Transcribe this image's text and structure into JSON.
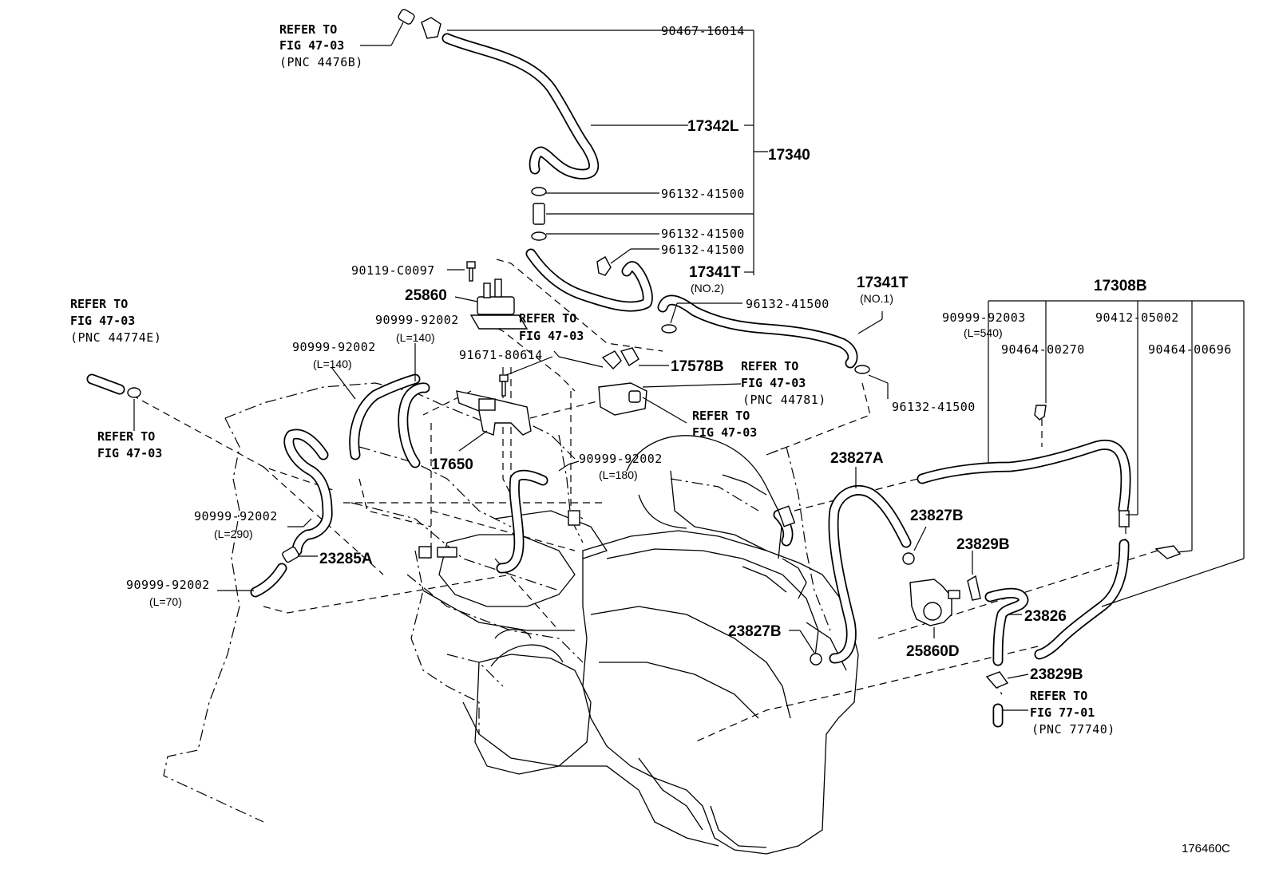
{
  "diagram_id": "176460C",
  "labels": {
    "p90467_16014": "90467-16014",
    "p17342L": "17342L",
    "p17340": "17340",
    "p96132_a": "96132-41500",
    "p96132_b": "96132-41500",
    "p96132_c": "96132-41500",
    "p96132_d": "96132-41500",
    "p96132_e": "96132-41500",
    "p17341T_2": "17341T",
    "p17341T_2_sub": "(NO.2)",
    "p17341T_1": "17341T",
    "p17341T_1_sub": "(NO.1)",
    "p90119": "90119-C0097",
    "p25860": "25860",
    "p90999_a": "90999-92002",
    "p90999_a_len": "(L=140)",
    "p90999_b": "90999-92002",
    "p90999_b_len": "(L=140)",
    "p91671": "91671-80614",
    "p17578B": "17578B",
    "p17650": "17650",
    "p90999_c": "90999-92002",
    "p90999_c_len": "(L=180)",
    "p90999_d": "90999-92002",
    "p90999_d_len": "(L=290)",
    "p23285A": "23285A",
    "p90999_e": "90999-92002",
    "p90999_e_len": "(L=70)",
    "p17308B": "17308B",
    "p90999_92003": "90999-92003",
    "p90999_92003_len": "(L=540)",
    "p90412": "90412-05002",
    "p90464_00270": "90464-00270",
    "p90464_00696": "90464-00696",
    "p23827A": "23827A",
    "p23827B_a": "23827B",
    "p23827B_b": "23827B",
    "p23829B_a": "23829B",
    "p23829B_b": "23829B",
    "p23826": "23826",
    "p25860D": "25860D"
  },
  "refs": {
    "r1": [
      "REFER TO",
      "FIG 47-03",
      "(PNC 4476B)"
    ],
    "r2": [
      "REFER TO",
      "FIG 47-03",
      "(PNC 44774E)"
    ],
    "r3": [
      "REFER TO",
      "FIG 47-03"
    ],
    "r4": [
      "REFER TO",
      "FIG 47-03"
    ],
    "r5": [
      "REFER TO",
      "FIG 47-03",
      "(PNC 44781)"
    ],
    "r6": [
      "REFER TO",
      "FIG 47-03"
    ],
    "r7": [
      "REFER TO",
      "FIG 77-01",
      "(PNC 77740)"
    ]
  }
}
